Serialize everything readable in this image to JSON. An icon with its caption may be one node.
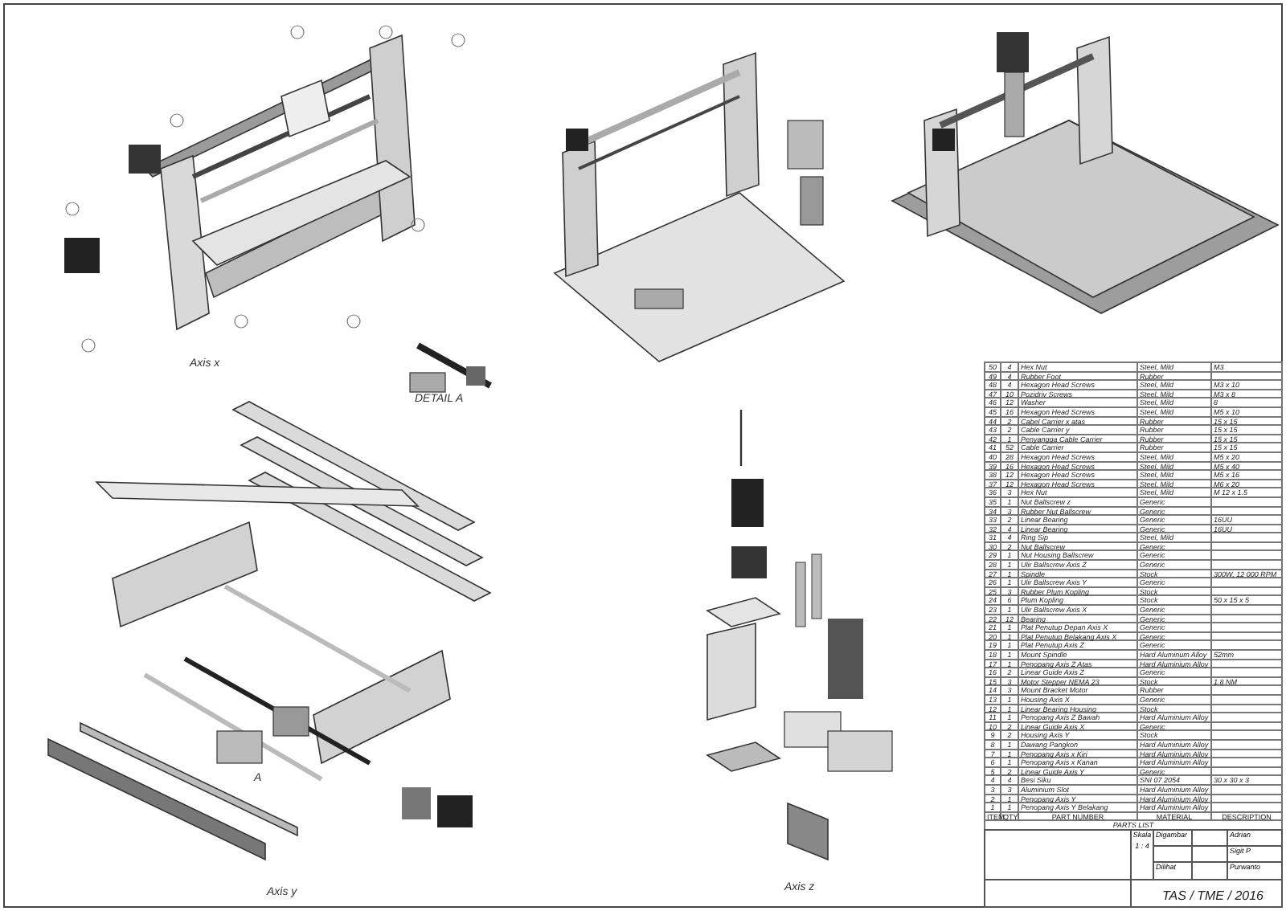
{
  "diagram": {
    "labels": [
      "Axis x",
      "DETAIL A",
      "A",
      "Axis y",
      "Axis z",
      "50",
      "4",
      "Hex Nut",
      "Steel, Mild",
      "M3",
      "49",
      "4",
      "Rubber Foot",
      "Rubber",
      "48",
      "4",
      "Hexagon Head Screws",
      "Steel, Mild",
      "M3 x 10",
      "47",
      "10",
      "Pozidriv Screws",
      "Steel, Mild",
      "M3 x 8",
      "46",
      "12",
      "Washer",
      "Steel, Mild",
      "8",
      "45",
      "16",
      "Hexagon Head Screws",
      "Steel, Mild",
      "M5 x 10",
      "44",
      "2",
      "Cabel Carrier x atas",
      "Rubber",
      "15 x 15",
      "43",
      "2",
      "Cable Carrier y",
      "Rubber",
      "15 x 15",
      "42",
      "1",
      "Penyangga Cable Carrier",
      "Rubber",
      "15 x 15",
      "41",
      "52",
      "Cable Carrier",
      "Rubber",
      "15 x 15",
      "40",
      "28",
      "Hexagon Head Screws",
      "Steel, Mild",
      "M5 x 20",
      "39",
      "16",
      "Hexagon Head Screws",
      "Steel, Mild",
      "M5 x 40",
      "38",
      "12",
      "Hexagon Head Screws",
      "Steel, Mild",
      "M5 x 16",
      "37",
      "12",
      "Hexagon Head Screws",
      "Steel, Mild",
      "M6 x 20",
      "36",
      "3",
      "Hex Nut",
      "Steel, Mild",
      "M 12 x 1.5",
      "35",
      "1",
      "Nut Ballscrew z",
      "Generic",
      "34",
      "3",
      "Rubber Nut Ballscrew",
      "Generic",
      "33",
      "2",
      "Linear Bearing",
      "Generic",
      "16UU",
      "32",
      "4",
      "Linear Bearing",
      "Generic",
      "16UU",
      "31",
      "4",
      "Ring Sip",
      "Steel, Mild",
      "30",
      "2",
      "Nut Ballscrew",
      "Generic",
      "29",
      "1",
      "Nut Housing Ballscrew",
      "Generic",
      "28",
      "1",
      "Ulir Ballscrew Axis Z",
      "Generic",
      "27",
      "1",
      "Spindle",
      "Stock",
      "300W, 12 000 RPM",
      "26",
      "1",
      "Ulir Ballscrew Axis Y",
      "Generic",
      "25",
      "3",
      "Rubber Plum Kopling",
      "Stock",
      "24",
      "6",
      "Plum Kopling",
      "Stock",
      "50 x 15 x 5",
      "23",
      "1",
      "Ulir Ballscrew Axis X",
      "Generic",
      "22",
      "12",
      "Bearing",
      "Generic",
      "21",
      "1",
      "Plat Penutup Depan Axis X",
      "Generic",
      "20",
      "1",
      "Plat Penutup Belakang Axis X",
      "Generic",
      "19",
      "1",
      "Plat Penutup Axis Z",
      "Generic",
      "18",
      "1",
      "Mount Spindle",
      "Hard Aluminum Alloy",
      "52mm",
      "17",
      "1",
      "Penopang Axis Z Atas",
      "Hard Aluminium Alloy",
      "16",
      "2",
      "Linear Guide Axis Z",
      "Generic",
      "15",
      "3",
      "Motor Stepper NEMA 23",
      "Stock",
      "1.8 NM",
      "14",
      "3",
      "Mount Bracket Motor",
      "Rubber",
      "13",
      "1",
      "Housing Axis X",
      "Generic",
      "12",
      "1",
      "Linear Bearing Housing",
      "Stock",
      "11",
      "1",
      "Penopang Axis Z Bawah",
      "Hard Aluminium Alloy",
      "10",
      "2",
      "Linear Guide Axis X",
      "Generic",
      "9",
      "2",
      "Housing Axis Y",
      "Stock",
      "8",
      "1",
      "Dawang Pangkon",
      "Hard Aluminium Alloy",
      "7",
      "1",
      "Penopang Axis x Kiri",
      "Hard Aluminium Alloy",
      "6",
      "1",
      "Penopang Axis x Kanan",
      "Hard Aluminium Alloy",
      "5",
      "2",
      "Linear Guide Axis Y",
      "Generic",
      "4",
      "4",
      "Besi Siku",
      "SNI 07 2054",
      "30 x 30 x 3",
      "3",
      "3",
      "Aluminium Slot",
      "Hard Aluminium Alloy",
      "2",
      "1",
      "Penopang Axis Y",
      "Hard Aluminium Alloy",
      "1",
      "1",
      "Penopang Axis Y Belakang",
      "Hard Aluminium Alloy",
      "ITEM",
      "QTY",
      "PART NUMBER",
      "MATERIAL",
      "DESCRIPTION",
      "PARTS LIST",
      "Skala",
      "1 : 4",
      "Digambar",
      "Adrian",
      "Sigit P",
      "Dilihat",
      "Purwanto",
      "TAS / TME / 2016"
    ]
  }
}
